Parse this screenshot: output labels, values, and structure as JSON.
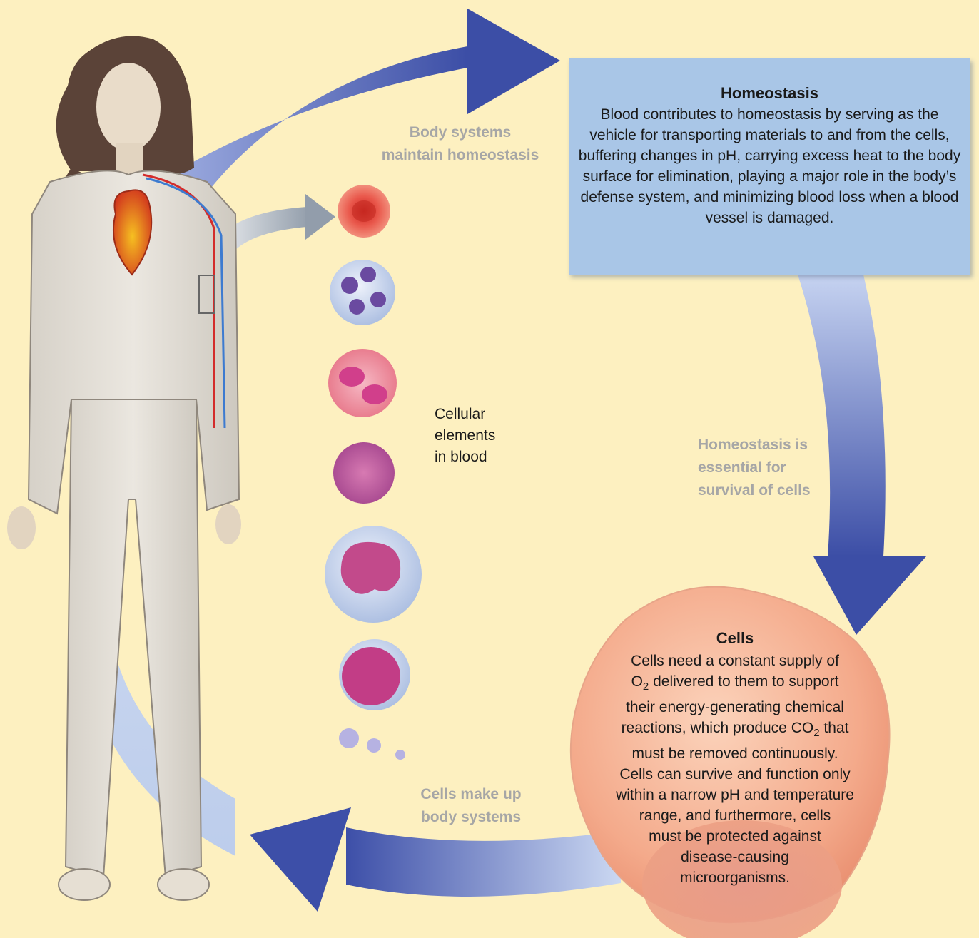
{
  "labels": {
    "body_systems": [
      "Body systems",
      "maintain homeostasis"
    ],
    "homeostasis_essential": [
      "Homeostasis is",
      "essential for",
      "survival of cells"
    ],
    "cells_make_up": [
      "Cells make up",
      "body systems"
    ],
    "cellular_elements": [
      "Cellular",
      "elements",
      "in blood"
    ]
  },
  "homeostasis_box": {
    "title": "Homeostasis",
    "body": "Blood contributes to homeostasis by serving as the vehicle for transporting materials to and from the cells, buffering changes in pH, carrying excess heat to the body surface for elimination, playing a major role in the body’s defense system, and minimizing blood loss when a blood vessel is damaged."
  },
  "cells_box": {
    "title": "Cells",
    "lines": [
      {
        "t": "Cells need a constant supply of"
      },
      {
        "t": "O",
        "sub": "2",
        "after": " delivered to them to support"
      },
      {
        "t": "their energy-generating chemical"
      },
      {
        "t": "reactions, which produce CO",
        "sub": "2",
        "after": " that"
      },
      {
        "t": "must be removed continuously."
      },
      {
        "t": "Cells can survive and function only"
      },
      {
        "t": "within a narrow pH and temperature"
      },
      {
        "t": "range, and furthermore, cells"
      },
      {
        "t": "must be protected against"
      },
      {
        "t": "disease-causing"
      },
      {
        "t": "microorganisms."
      }
    ]
  },
  "colors": {
    "background": "#fdf0c0",
    "arrow_dark": "#3d4fa8",
    "arrow_light": "#c5d4f1",
    "homeostasis_box": "#a9c6e7",
    "cell_fill": "#f4a98a",
    "label_gray": "#a6a6a6"
  },
  "blood_cells": [
    "red-blood-cell",
    "neutrophil",
    "eosinophil",
    "basophil",
    "monocyte",
    "lymphocyte",
    "platelets"
  ]
}
